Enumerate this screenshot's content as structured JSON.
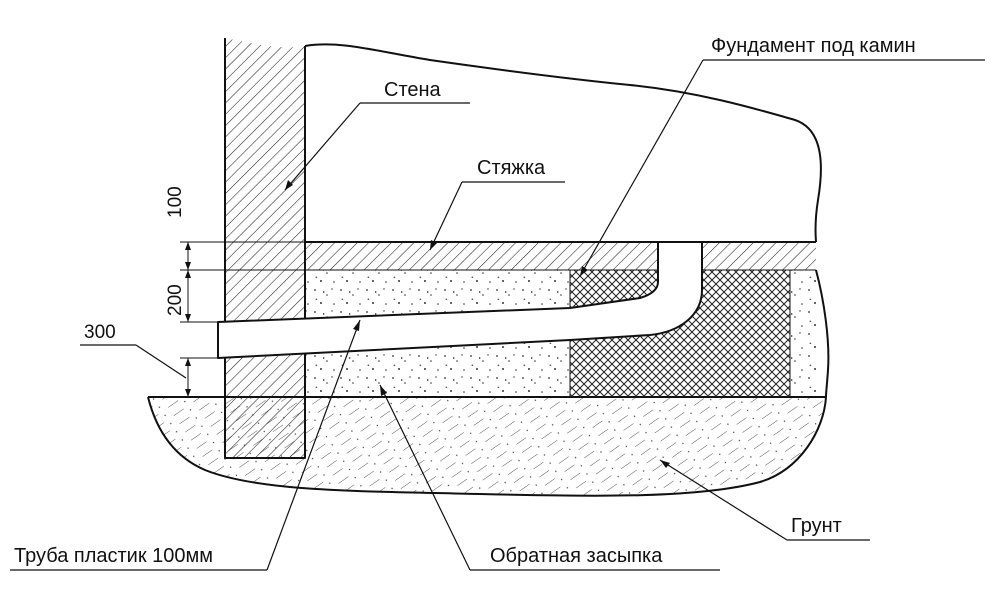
{
  "labels": {
    "wall": "Стена",
    "foundation": "Фундамент под камин",
    "screed": "Стяжка",
    "pipe": "Труба пластик 100мм",
    "backfill": "Обратная засыпка",
    "soil": "Грунт"
  },
  "dimensions": {
    "screed_thickness": "100",
    "foundation_depth": "200",
    "pipe_offset": "300"
  }
}
